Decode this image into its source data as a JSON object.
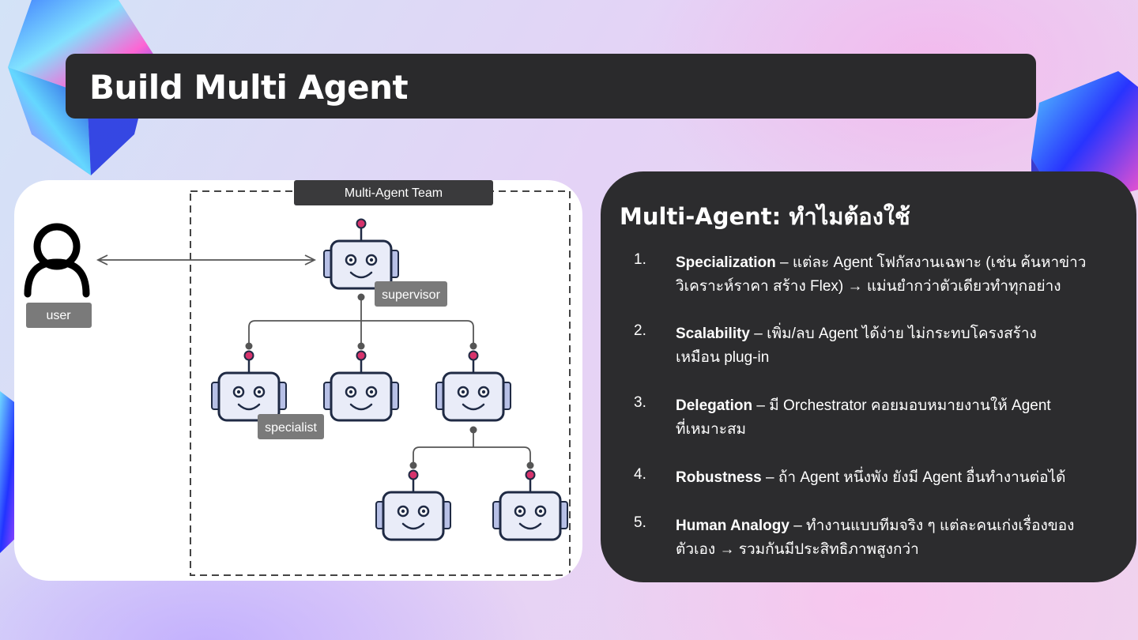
{
  "slide": {
    "title": "Build Multi Agent"
  },
  "diagram": {
    "team_label": "Multi-Agent Team",
    "user_label": "user",
    "supervisor_label": "supervisor",
    "specialist_label": "specialist"
  },
  "panel": {
    "heading": "Multi-Agent: ทำไมต้องใช้",
    "points": [
      {
        "number": "1.",
        "term": "Specialization",
        "line1": " – แต่ละ Agent โฟกัสงานเฉพาะ (เช่น ค้นหาข่าว",
        "line2": "วิเคราะห์ราคา สร้าง Flex) → แม่นยำกว่าตัวเดียวทำทุกอย่าง"
      },
      {
        "number": "2.",
        "term": "Scalability",
        "line1": " – เพิ่ม/ลบ Agent ได้ง่าย ไม่กระทบโครงสร้าง",
        "line2": "เหมือน plug-in"
      },
      {
        "number": "3.",
        "term": "Delegation",
        "line1": " – มี Orchestrator คอยมอบหมายงานให้ Agent",
        "line2": "ที่เหมาะสม"
      },
      {
        "number": "4.",
        "term": "Robustness",
        "line1": " – ถ้า Agent หนึ่งพัง ยังมี Agent อื่นทำงานต่อได้",
        "line2": ""
      },
      {
        "number": "5.",
        "term": "Human Analogy",
        "line1": " – ทำงานแบบทีมจริง ๆ แต่ละคนเก่งเรื่องของ",
        "line2": "ตัวเอง → รวมกันมีประสิทธิภาพสูงกว่า"
      }
    ]
  },
  "colors": {
    "dark_panel": "#2c2c2e",
    "robot_body": "#e9ecf8",
    "robot_outline": "#1f2a44",
    "robot_antenna": "#d6336c",
    "label_bg": "#7a7a7a"
  }
}
